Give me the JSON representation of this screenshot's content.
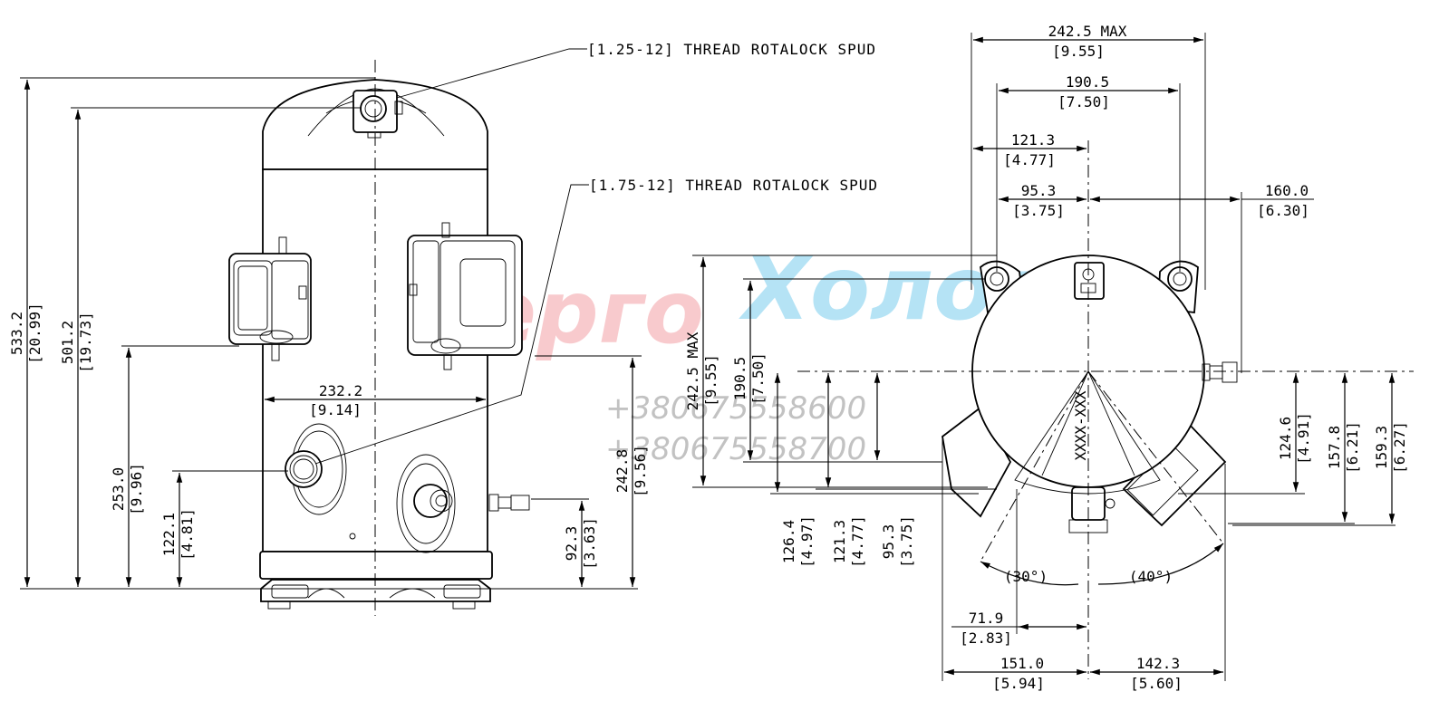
{
  "notes": {
    "spud_top": "[1.25-12] THREAD ROTALOCK SPUD",
    "spud_side": "[1.75-12] THREAD ROTALOCK SPUD"
  },
  "watermark": {
    "brand_part1": "Енерго",
    "brand_part2": "Холод",
    "phone1": "+380675558600",
    "phone2": "+380675558700"
  },
  "side_view": {
    "h_total": "533.2",
    "h_total_in": "[20.99]",
    "h_suction": "501.2",
    "h_suction_in": "[19.73]",
    "h_box": "253.0",
    "h_box_in": "[9.96]",
    "h_spud": "122.1",
    "h_spud_in": "[4.81]",
    "width": "232.2",
    "width_in": "[9.14]",
    "h_valve": "92.3",
    "h_valve_in": "[3.63]",
    "h_right": "242.8",
    "h_right_in": "[9.56]"
  },
  "top_view": {
    "w_max": "242.5 MAX",
    "w_max_in": "[9.55]",
    "w_mount": "190.5",
    "w_mount_in": "[7.50]",
    "w_half": "121.3",
    "w_half_in": "[4.77]",
    "w_quarter": "95.3",
    "w_quarter_in": "[3.75]",
    "w_valve": "160.0",
    "w_valve_in": "[6.30]",
    "v_max": "242.5 MAX",
    "v_max_in": "[9.55]",
    "v_mount": "190.5",
    "v_mount_in": "[7.50]",
    "d_126": "126.4",
    "d_126_in": "[4.97]",
    "d_121": "121.3",
    "d_121_in": "[4.77]",
    "d_95": "95.3",
    "d_95_in": "[3.75]",
    "d_124": "124.6",
    "d_124_in": "[4.91]",
    "d_157": "157.8",
    "d_157_in": "[6.21]",
    "d_159": "159.3",
    "d_159_in": "[6.27]",
    "angle_left": "(30°)",
    "angle_right": "(40°)",
    "b_71": "71.9",
    "b_71_in": "[2.83]",
    "b_151": "151.0",
    "b_151_in": "[5.94]",
    "b_142": "142.3",
    "b_142_in": "[5.60]",
    "label_code": "XXXX-XXX"
  }
}
